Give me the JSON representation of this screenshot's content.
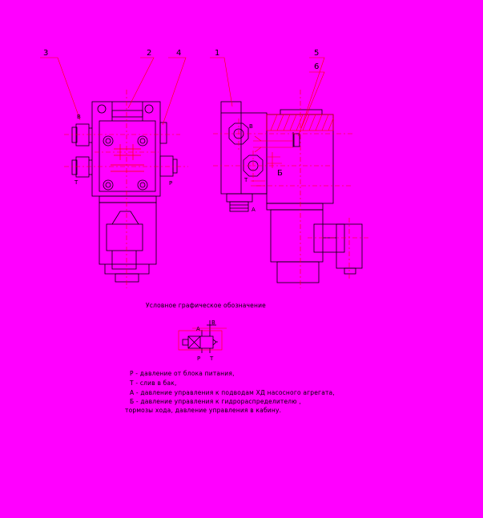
{
  "callouts": {
    "c1": "1",
    "c2": "2",
    "c3": "3",
    "c4": "4",
    "c5": "5",
    "c6": "6"
  },
  "ports": {
    "left_B": "B",
    "left_T": "T",
    "left_P": "P",
    "right_B": "B",
    "right_T": "T",
    "right_A": "A",
    "right_B2": "Б",
    "sym_A": "A",
    "sym_B": "B",
    "sym_P": "P",
    "sym_T": "T"
  },
  "symbol_title": "Условное графическое обозначение",
  "legend": [
    "P - давление от блока питания,",
    "T - слив в бак,",
    "A - давление управления к подводам ХД насосного агрегата,",
    "Б - давление управления к гидрораспределителю ,",
    "тормозы хода, давление управления в кабину."
  ],
  "colors": {
    "background": "#ff00ff",
    "line": "#000000",
    "accent": "#ff0000"
  }
}
